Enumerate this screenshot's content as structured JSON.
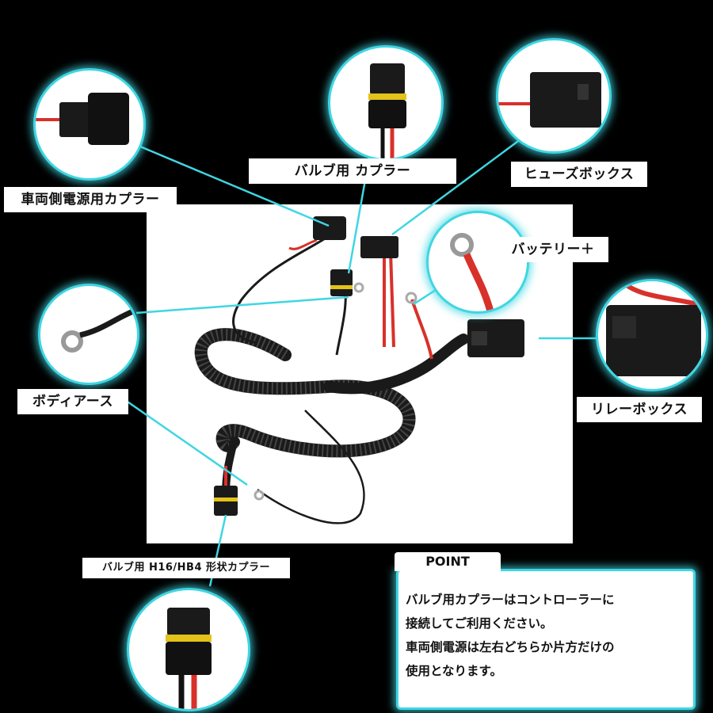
{
  "labels": {
    "vehicle_coupler": "車両側電源用カプラー",
    "bulb_coupler": "バルブ用 カプラー",
    "fuse_box": "ヒューズボックス",
    "battery": "バッテリー＋",
    "body_earth": "ボディアース",
    "relay_box": "リレーボックス",
    "h16_coupler": "バルブ用 H16/HB4 形状カプラー"
  },
  "point": {
    "title": "POINT",
    "lines": [
      "バルブ用カプラーはコントローラーに",
      "接続してご利用ください。",
      "車両側電源は左右どちらか片方だけの",
      "使用となります。"
    ]
  },
  "colors": {
    "accent": "#3fd6e2",
    "background": "#000000",
    "wire_red": "#d8312a",
    "harness_black": "#1a1a1a"
  }
}
